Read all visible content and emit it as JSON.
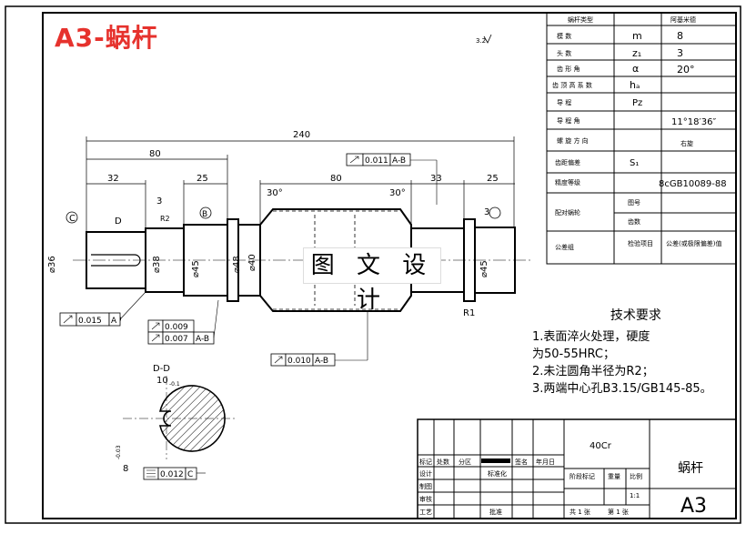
{
  "sheet": {
    "title": "A3-蜗杆",
    "watermark": "图 文 设 计",
    "roughness_mark": "3.2"
  },
  "params_table": {
    "header": [
      "蜗杆类型",
      "",
      "阿基米德"
    ],
    "rows": [
      {
        "label": "模 数",
        "symbol": "m",
        "value": "8"
      },
      {
        "label": "头 数",
        "symbol": "z₁",
        "value": "3"
      },
      {
        "label": "齿 形 角",
        "symbol": "α",
        "value": "20°"
      },
      {
        "label": "齿 顶 高 系 数",
        "symbol": "hₐ",
        "value": ""
      },
      {
        "label": "导 程",
        "symbol": "Pz",
        "value": ""
      },
      {
        "label": "导 程 角",
        "symbol": "",
        "value": "11°18′36″"
      },
      {
        "label": "螺 旋 方 向",
        "symbol": "",
        "value": "右旋"
      },
      {
        "label": "齿距偏差",
        "symbol": "S₁",
        "value": ""
      },
      {
        "label": "精度等级",
        "symbol": "",
        "value": "8cGB10089-88"
      },
      {
        "label": "配对蜗轮",
        "symbol": "图号",
        "value": ""
      },
      {
        "label": "",
        "symbol": "齿数",
        "value": ""
      },
      {
        "label": "公差组",
        "symbol": "检验项目",
        "value": "公差(或极限偏差)值"
      }
    ]
  },
  "dimensions": {
    "overall": "240",
    "left_section": "80",
    "d32": "32",
    "d25_left": "25",
    "d3_left": "3",
    "middle": "80",
    "d33": "33",
    "d25_right": "25",
    "d3_right": "3",
    "chamfer_left": "30°",
    "chamfer_right": "30°",
    "dia_left": "⌀36",
    "dia_38": "⌀38",
    "dia_45_left": "⌀45",
    "dia_48": "⌀48",
    "dia_40": "⌀40",
    "dia_45_right": "⌀45",
    "r1": "R1",
    "r2": "R2",
    "section_d": "D",
    "section_c": "C",
    "section_b": "B"
  },
  "tolerances": {
    "runout_a": {
      "value": "0.015",
      "datum": "A"
    },
    "perp_b": {
      "value": "0.009"
    },
    "runout_ab_1": {
      "value": "0.007",
      "datum": "A-B"
    },
    "runout_ab_2": {
      "value": "0.010",
      "datum": "A-B"
    },
    "runout_top": {
      "value": "0.011",
      "datum": "A-B"
    },
    "sym_c": {
      "value": "0.012",
      "datum": "C"
    }
  },
  "section_view": {
    "title": "D-D",
    "width": "10",
    "width_tol": "-0.1",
    "depth": "8",
    "depth_tol": "-0.03"
  },
  "tech_requirements": {
    "title": "技术要求",
    "items": [
      "1.表面淬火处理，硬度",
      "为50-55HRC；",
      "2.未注圆角半径为R2；",
      "3.两端中心孔B3.15/GB145-85。"
    ]
  },
  "title_block": {
    "material": "40Cr",
    "part_name": "蜗杆",
    "sheet_size": "A3",
    "row1": [
      "标记",
      "处数",
      "分区",
      "",
      "签名",
      "年月日"
    ],
    "row2": [
      "设计",
      "",
      "",
      "标准化",
      "",
      ""
    ],
    "row3": [
      "制图"
    ],
    "row4": [
      "审核"
    ],
    "row5": [
      "工艺",
      "",
      "",
      "批准"
    ],
    "stage_label": "阶段标记",
    "weight_label": "重量",
    "scale_label": "比例",
    "scale_value": "1:1",
    "sheets_total": "共 1 张",
    "sheet_no": "第 1 张"
  }
}
